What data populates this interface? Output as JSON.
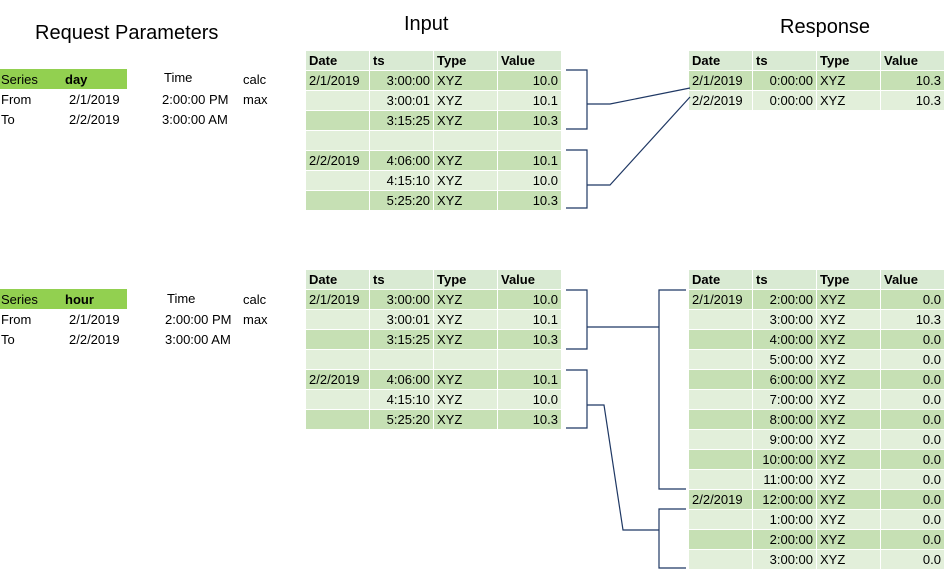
{
  "titles": {
    "request": "Request Parameters",
    "input": "Input",
    "response": "Response"
  },
  "headers": [
    "Date",
    "ts",
    "Type",
    "Value"
  ],
  "blocks": [
    {
      "params": {
        "series_label": "Series",
        "series_value": "day",
        "from_label": "From",
        "from_value": "2/1/2019",
        "to_label": "To",
        "to_value": "2/2/2019",
        "time_label": "Time",
        "time_from": "2:00:00 PM",
        "time_to": "3:00:00 AM",
        "calc_label": "calc",
        "calc_value": "max"
      },
      "input_rows": [
        [
          "2/1/2019",
          "3:00:00",
          "XYZ",
          "10.0"
        ],
        [
          "",
          "3:00:01",
          "XYZ",
          "10.1"
        ],
        [
          "",
          "3:15:25",
          "XYZ",
          "10.3"
        ],
        [
          "",
          "",
          "",
          ""
        ],
        [
          "2/2/2019",
          "4:06:00",
          "XYZ",
          "10.1"
        ],
        [
          "",
          "4:15:10",
          "XYZ",
          "10.0"
        ],
        [
          "",
          "5:25:20",
          "XYZ",
          "10.3"
        ]
      ],
      "response_rows": [
        [
          "2/1/2019",
          "0:00:00",
          "XYZ",
          "10.3"
        ],
        [
          "2/2/2019",
          "0:00:00",
          "XYZ",
          "10.3"
        ]
      ]
    },
    {
      "params": {
        "series_label": "Series",
        "series_value": "hour",
        "from_label": "From",
        "from_value": "2/1/2019",
        "to_label": "To",
        "to_value": "2/2/2019",
        "time_label": "Time",
        "time_from": "2:00:00 PM",
        "time_to": "3:00:00 AM",
        "calc_label": "calc",
        "calc_value": "max"
      },
      "input_rows": [
        [
          "2/1/2019",
          "3:00:00",
          "XYZ",
          "10.0"
        ],
        [
          "",
          "3:00:01",
          "XYZ",
          "10.1"
        ],
        [
          "",
          "3:15:25",
          "XYZ",
          "10.3"
        ],
        [
          "",
          "",
          "",
          ""
        ],
        [
          "2/2/2019",
          "4:06:00",
          "XYZ",
          "10.1"
        ],
        [
          "",
          "4:15:10",
          "XYZ",
          "10.0"
        ],
        [
          "",
          "5:25:20",
          "XYZ",
          "10.3"
        ]
      ],
      "response_rows": [
        [
          "2/1/2019",
          "2:00:00",
          "XYZ",
          "0.0"
        ],
        [
          "",
          "3:00:00",
          "XYZ",
          "10.3"
        ],
        [
          "",
          "4:00:00",
          "XYZ",
          "0.0"
        ],
        [
          "",
          "5:00:00",
          "XYZ",
          "0.0"
        ],
        [
          "",
          "6:00:00",
          "XYZ",
          "0.0"
        ],
        [
          "",
          "7:00:00",
          "XYZ",
          "0.0"
        ],
        [
          "",
          "8:00:00",
          "XYZ",
          "0.0"
        ],
        [
          "",
          "9:00:00",
          "XYZ",
          "0.0"
        ],
        [
          "",
          "10:00:00",
          "XYZ",
          "0.0"
        ],
        [
          "",
          "11:00:00",
          "XYZ",
          "0.0"
        ],
        [
          "2/2/2019",
          "12:00:00",
          "XYZ",
          "0.0"
        ],
        [
          "",
          "1:00:00",
          "XYZ",
          "0.0"
        ],
        [
          "",
          "2:00:00",
          "XYZ",
          "0.0"
        ],
        [
          "",
          "3:00:00",
          "XYZ",
          "0.0"
        ]
      ]
    }
  ]
}
